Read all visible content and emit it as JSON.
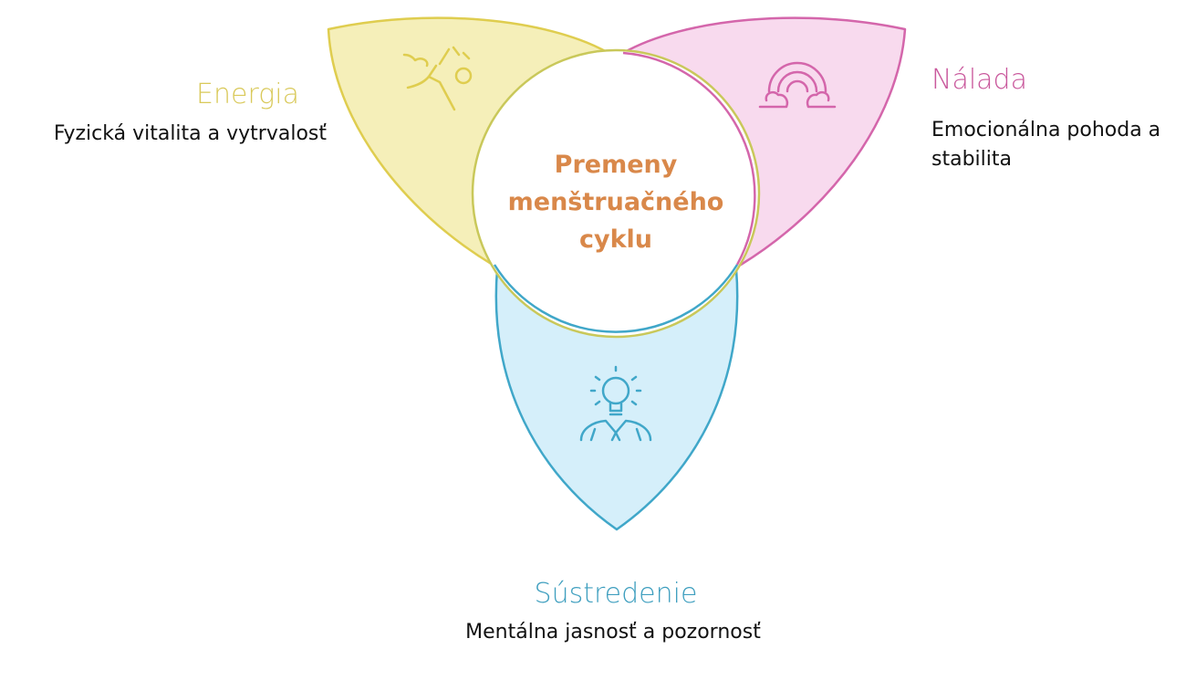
{
  "center": {
    "title": "Premeny menštruačného cyklu"
  },
  "petals": {
    "energy": {
      "title": "Energia",
      "description": "Fyzická vitalita a vytrvalosť",
      "icon": "running-person-icon",
      "fill": "#f5efb9",
      "stroke": "#dfcd4f"
    },
    "mood": {
      "title": "Nálada",
      "description": "Emocionálna pohoda a stabilita",
      "icon": "rainbow-icon",
      "fill": "#f8daee",
      "stroke": "#d466ab"
    },
    "focus": {
      "title": "Sústredenie",
      "description": "Mentálna jasnosť a pozornosť",
      "icon": "lightbulb-head-icon",
      "fill": "#d5effa",
      "stroke": "#40a7c9"
    }
  }
}
